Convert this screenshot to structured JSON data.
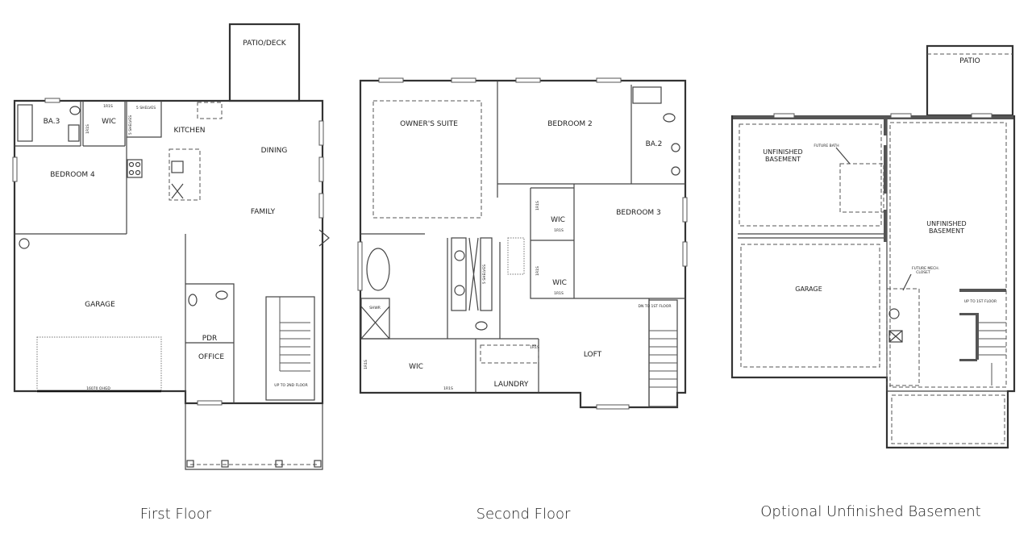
{
  "plans": {
    "first_floor": {
      "caption": "First Floor",
      "rooms": {
        "patio_deck": "PATIO/DECK",
        "ba3": "BA.3",
        "wic": "WIC",
        "kitchen": "KITCHEN",
        "dining": "DINING",
        "bedroom4": "BEDROOM 4",
        "family": "FAMILY",
        "garage": "GARAGE",
        "pdr": "PDR",
        "office": "OFFICE"
      },
      "notes": {
        "shelves_1": "5 SHELVES",
        "shelves_2": "5 SHELVES",
        "rod_1": "1R1S",
        "rod_2": "1R1S",
        "garage_door": "16070 OHGD",
        "stairs": "UP TO 2ND FLOOR"
      }
    },
    "second_floor": {
      "caption": "Second Floor",
      "rooms": {
        "owners_suite": "OWNER'S SUITE",
        "bedroom2": "BEDROOM 2",
        "ba2": "BA.2",
        "wic_1": "WIC",
        "bedroom3": "BEDROOM 3",
        "wic_2": "WIC",
        "wic_owner": "WIC",
        "loft": "LOFT",
        "laundry": "LAUNDRY"
      },
      "notes": {
        "shelves": "5 SHELVES",
        "shower": "SHWR",
        "rod_1": "1R1S",
        "rod_2": "1R1S",
        "rod_3": "1R1S",
        "rod_4": "1R1S",
        "rod_5": "1R1S",
        "rod_6": "1R1S",
        "rod_7": "1R1S",
        "stairs": "DN TO 1ST FLOOR"
      }
    },
    "basement": {
      "caption": "Optional Unfinished Basement",
      "rooms": {
        "patio": "PATIO",
        "unfinished_left_1": "UNFINISHED",
        "unfinished_left_2": "BASEMENT",
        "unfinished_right_1": "UNFINISHED",
        "unfinished_right_2": "BASEMENT",
        "garage": "GARAGE"
      },
      "notes": {
        "future_bath": "FUTURE BATH",
        "future_mech_1": "FUTURE MECH.",
        "future_mech_2": "CLOSET",
        "stairs": "UP TO 1ST FLOOR"
      }
    }
  }
}
